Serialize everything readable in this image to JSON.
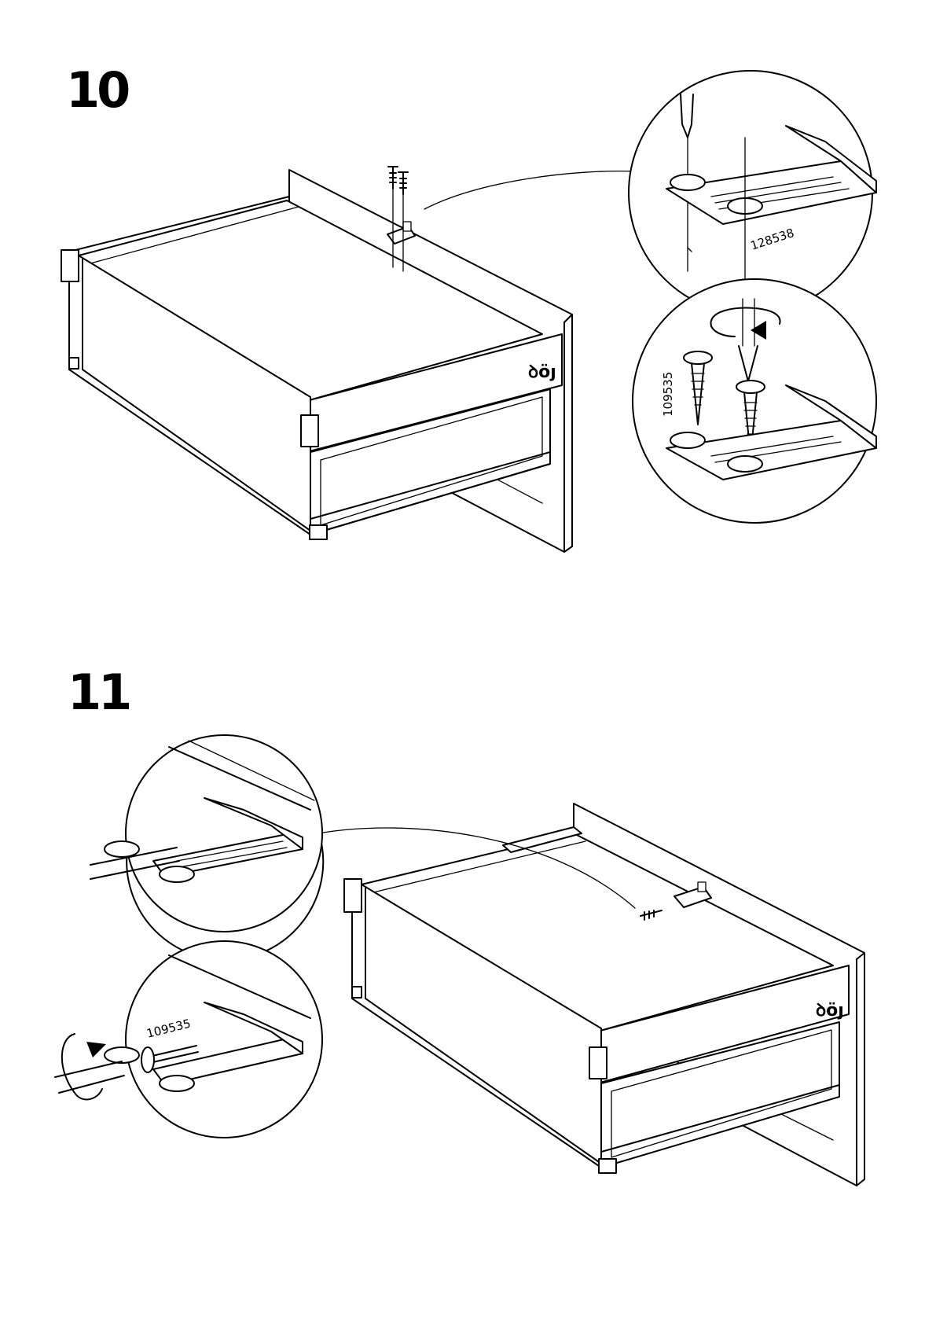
{
  "steps": [
    {
      "number": "10",
      "detail_top": {
        "part_number": "128538"
      },
      "detail_bottom": {
        "part_number": "109535"
      }
    },
    {
      "number": "11",
      "detail_bottom": {
        "part_number": "109535"
      }
    }
  ]
}
